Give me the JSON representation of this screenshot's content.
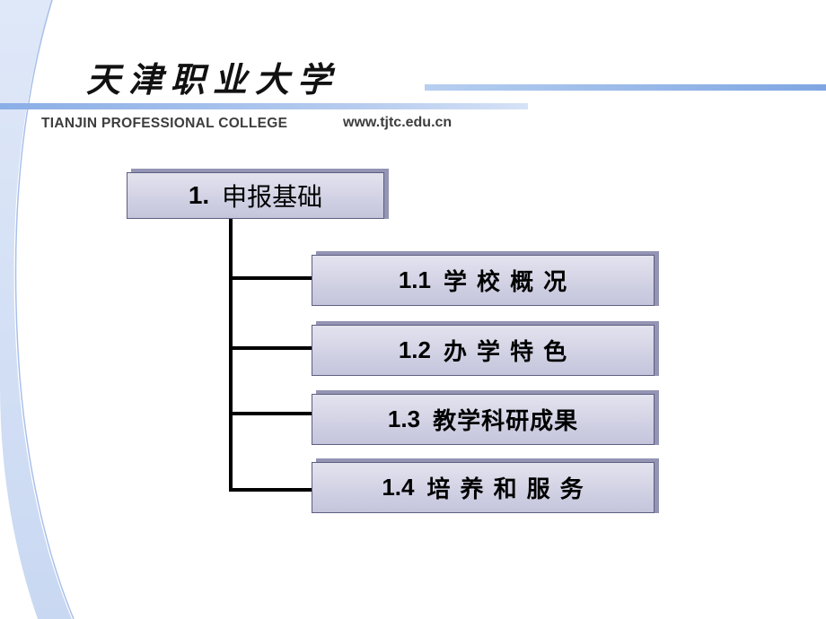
{
  "header": {
    "college_name_cn": "天津职业大学",
    "college_name_en": "TIANJIN PROFESSIONAL COLLEGE",
    "website": "www.tjtc.edu.cn"
  },
  "outline": {
    "root": {
      "number": "1.",
      "title": "申报基础"
    },
    "children": [
      {
        "number": "1.1",
        "title": "学 校 概 况"
      },
      {
        "number": "1.2",
        "title": "办 学 特 色"
      },
      {
        "number": "1.3",
        "title": "教学科研成果"
      },
      {
        "number": "1.4",
        "title": "培 养 和 服 务"
      }
    ]
  },
  "colors": {
    "accent_blue": "#7fa6e2",
    "box_fill": "#cfcfe3",
    "box_shadow": "#9494b4"
  }
}
